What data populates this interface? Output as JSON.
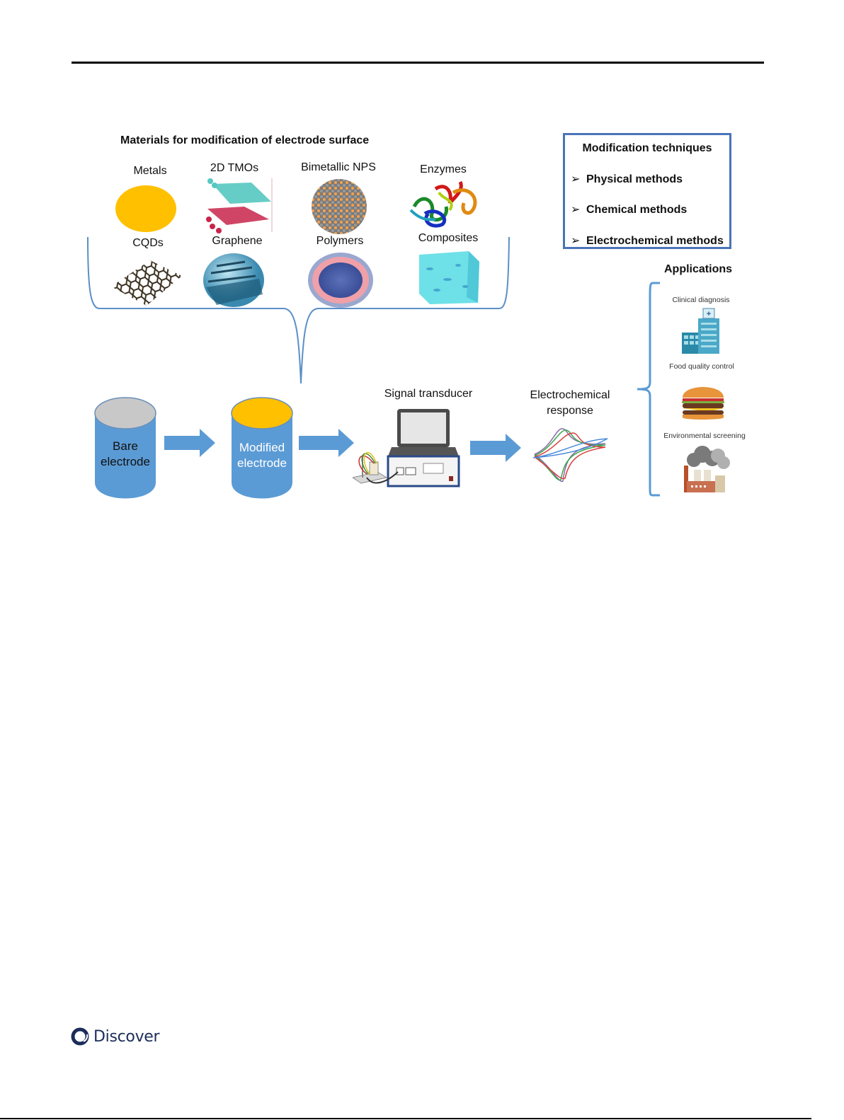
{
  "page": {
    "footer_brand": "Discover"
  },
  "figure": {
    "materials": {
      "title": "Materials for modification of electrode surface",
      "items": [
        {
          "label": "Metals",
          "icon": "gold-disc-icon"
        },
        {
          "label": "2D TMOs",
          "icon": "layered-lattice-icon"
        },
        {
          "label": "Bimetallic NPS",
          "icon": "nanoparticle-sphere-icon"
        },
        {
          "label": "Enzymes",
          "icon": "protein-ribbon-icon"
        },
        {
          "label": "CQDs",
          "icon": "hexagonal-lattice-icon"
        },
        {
          "label": "Graphene",
          "icon": "graphene-sphere-icon"
        },
        {
          "label": "Polymers",
          "icon": "polymer-micelle-icon"
        },
        {
          "label": "Composites",
          "icon": "composite-cube-icon"
        }
      ]
    },
    "techniques": {
      "title": "Modification techniques",
      "items": [
        "Physical methods",
        "Chemical methods",
        "Electrochemical methods"
      ],
      "border_color": "#4a73b8"
    },
    "workflow": {
      "bare_electrode": "Bare electrode",
      "bare_line1": "Bare",
      "bare_line2": "electrode",
      "modified_line1": "Modified",
      "modified_line2": "electrode",
      "signal_transducer": "Signal transducer",
      "response_line1": "Electrochemical",
      "response_line2": "response",
      "electrode_color": "#5b9bd5",
      "bare_top_color": "#c8c8c8",
      "modified_top_color": "#ffc000",
      "arrow_color": "#5b9bd5"
    },
    "applications": {
      "title": "Applications",
      "items": [
        {
          "label": "Clinical diagnosis",
          "icon": "hospital-icon"
        },
        {
          "label": "Food quality control",
          "icon": "burger-icon"
        },
        {
          "label": "Environmental screening",
          "icon": "factory-icon"
        }
      ]
    }
  }
}
